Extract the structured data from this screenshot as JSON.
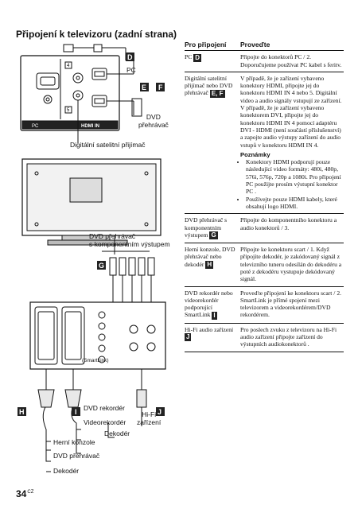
{
  "page_title": "Připojení k televizoru (zadní strana)",
  "page_number": "34",
  "page_lang": "CZ",
  "diagram_labels": {
    "pc": "PC",
    "dvd_player": "DVD\npřehrávač",
    "digital_receiver": "Digitální satelitní přijímač",
    "dvd_component": "DVD přehrávač\ns komponentním výstupem",
    "smartlink": "(SmartLink)",
    "hifi": "Hi-Fi\nzařízení",
    "dvd_recorder": "DVD rekordér",
    "video_recorder": "Videorekordér",
    "decoder_right": "Dekodér",
    "game_console": "Herní konzole",
    "dvd_player_bottom": "DVD přehrávač",
    "decoder_bottom": "Dekodér",
    "hdmi_label": "HDMI IN",
    "pc_port": "PC"
  },
  "badges": {
    "D": "D",
    "E": "E",
    "F": "F",
    "G": "G",
    "H": "H",
    "I": "I",
    "J": "J"
  },
  "table": {
    "header_col1": "Pro připojení",
    "header_col2": "Proveďte",
    "rows": [
      {
        "c1": "PC",
        "c1_badge": "D",
        "c2": "Připojte do konektorů PC / 2. Doporučujeme používat PC kabel s feritv."
      },
      {
        "c1": "Digitální satelitní přijímač nebo DVD přehrávač",
        "c1_badge": "E, F",
        "c2": "V případě, že je zařízení vybaveno konektory HDMI, připojte jej do konektoru HDMI IN 4 nebo 5. Digitální video a audio signály vstupují ze zařízení. V případě, že je zařízení vybaveno konektorem DVI, připojte jej do konektoru HDMI IN 4 pomocí adaptéru DVI - HDMI (není součástí příslušenství) a zapojte audio výstupy zařízení do audio vstupů v konektoru HDMI IN 4.",
        "notes_title": "Poznámky",
        "notes": [
          "Konektory HDMI podporují pouze následující video formáty: 480i, 480p, 576i, 576p, 720p a 1080i. Pro připojení PC použijte prosím výstupní konektor PC .",
          "Používejte pouze HDMI kabely, které obsahují logo HDMI."
        ]
      },
      {
        "c1": "DVD přehrávač s komponentním výstupem",
        "c1_badge": "G",
        "c2": "Připojte do komponentního konektoru a audio konektorů / 3."
      },
      {
        "c1": "Herní konzole, DVD přehrávač nebo dekodér",
        "c1_badge": "H",
        "c2": "Připojte ke konektoru scart / 1. Když připojíte dekodér, je zakódovaný signál z televizního tuneru odesílán do dekodéru a poté z dekodéru vystupuje dekódovaný signál."
      },
      {
        "c1": "DVD rekordér nebo videorekordér podporující SmartLink",
        "c1_badge": "I",
        "c2": "Proveďte připojení ke konektoru scart / 2. SmartLink je přímé spojení mezi televizorem a videorekordérem/DVD rekordérem."
      },
      {
        "c1": "Hi-Fi audio zařízení",
        "c1_badge": "J",
        "c2": "Pro poslech zvuku z televizoru na Hi-Fi audio zařízení připojte zařízení do výstupních audiokonektorů ."
      }
    ]
  }
}
